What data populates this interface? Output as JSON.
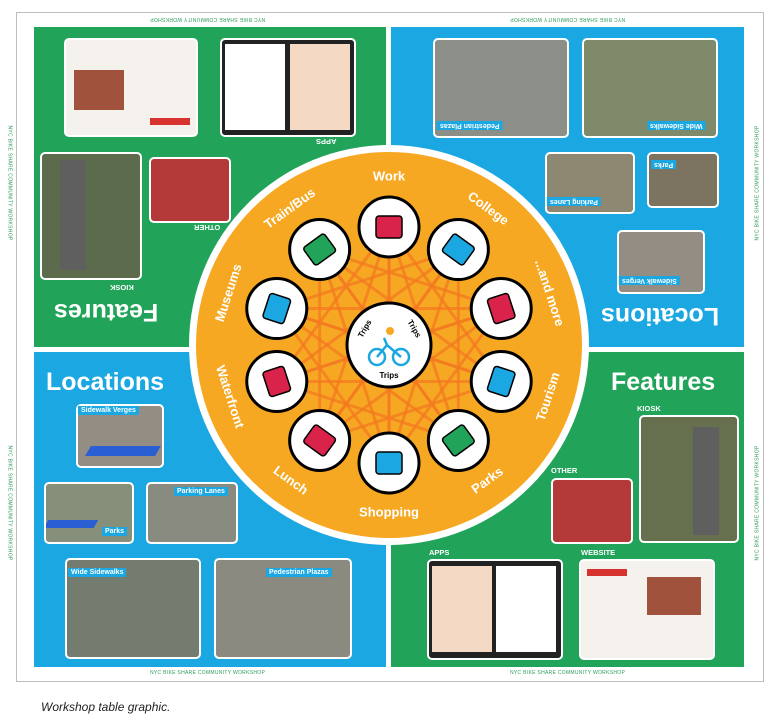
{
  "header_edge_text": "NYC BIKE SHARE COMMUNITY WORKSHOP",
  "caption": "Workshop table graphic.",
  "quadrants": {
    "top_left": {
      "title": "Features",
      "labels": {
        "apps": "APPS",
        "other": "OTHER",
        "kiosk": "KIOSK"
      }
    },
    "top_right": {
      "title": "Locations",
      "tags": [
        "Pedestrian Plazas",
        "Wide Sidewalks",
        "Parking Lanes",
        "Parks",
        "Sidewalk Verges"
      ]
    },
    "bottom_left": {
      "title": "Locations",
      "tags": [
        "Sidewalk Verges",
        "Parks",
        "Parking Lanes",
        "Wide Sidewalks",
        "Pedestrian Plazas"
      ]
    },
    "bottom_right": {
      "title": "Features",
      "labels": {
        "kiosk": "KIOSK",
        "other": "OTHER",
        "apps": "APPS",
        "website": "WEBSITE"
      }
    }
  },
  "wheel": {
    "center_label": "Trips",
    "destinations": [
      "Work",
      "College",
      "...and more",
      "Tourism",
      "Parks",
      "Shopping",
      "Lunch",
      "Waterfront",
      "Museums",
      "Train/Bus"
    ]
  },
  "colors": {
    "green": "#22a35a",
    "blue": "#1ba7e1",
    "orange": "#f7a823",
    "arrow": "#f47a20"
  }
}
